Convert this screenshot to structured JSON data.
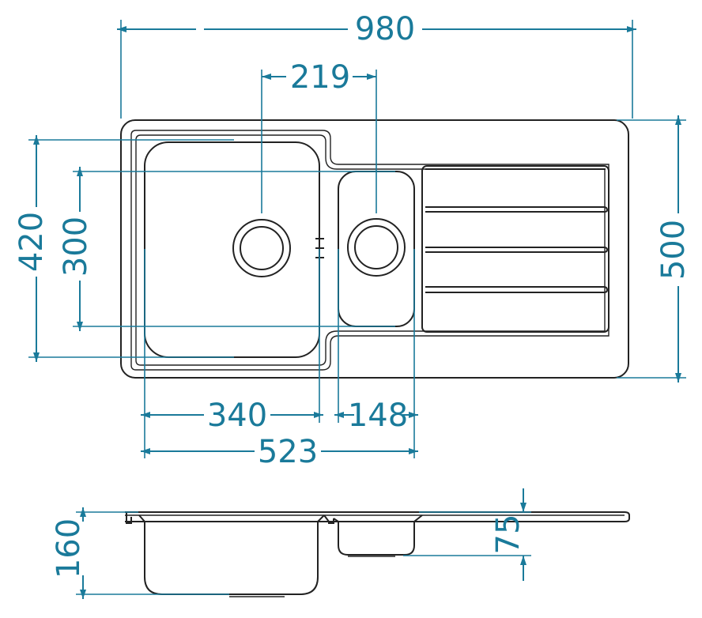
{
  "colors": {
    "dimension": "#1a7a9a",
    "outline": "#222222",
    "background": "#ffffff"
  },
  "plan_view": {
    "dimensions": {
      "overall_width": "980",
      "drain_spacing": "219",
      "overall_depth": "500",
      "main_bowl_depth_outer": "420",
      "main_bowl_depth_inner": "300",
      "main_bowl_width": "340",
      "small_bowl_width": "148",
      "bowls_total_width": "523"
    }
  },
  "section_view": {
    "dimensions": {
      "main_bowl_height": "160",
      "small_bowl_height": "75"
    }
  }
}
